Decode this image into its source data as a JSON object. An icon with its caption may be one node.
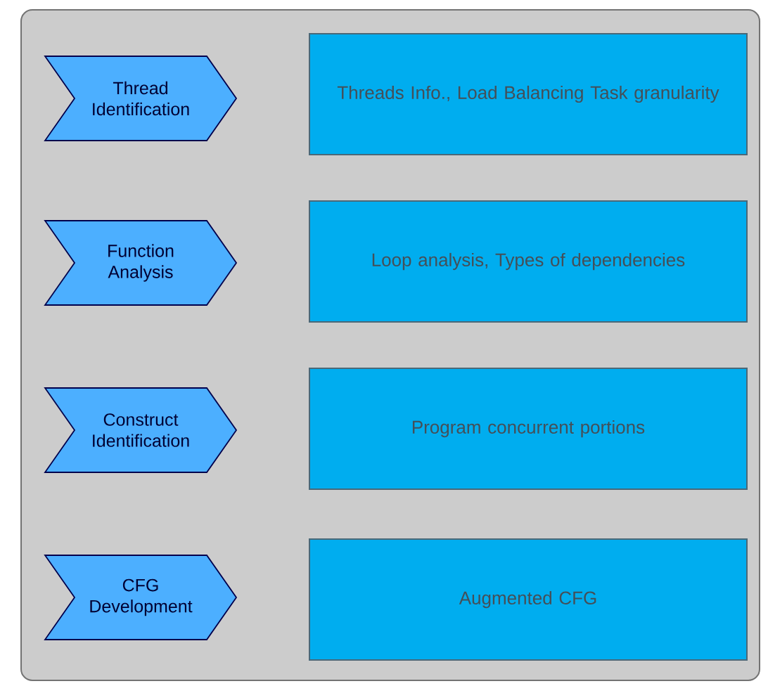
{
  "diagram": {
    "nodes": [
      {
        "text": [
          "Thread Identification"
        ]
      },
      {
        "text": [
          "Function Analysis"
        ]
      },
      {
        "text": [
          "Construct Identification"
        ]
      },
      {
        "text": [
          "CFG Development"
        ]
      },
      {
        "text": [
          "Threads Info., Load Balancing Task granularity"
        ]
      },
      {
        "text": [
          "Loop analysis, Types of dependencies"
        ]
      },
      {
        "text": [
          "Program concurrent portions"
        ]
      },
      {
        "text": [
          "Augmented CFG"
        ]
      }
    ]
  }
}
